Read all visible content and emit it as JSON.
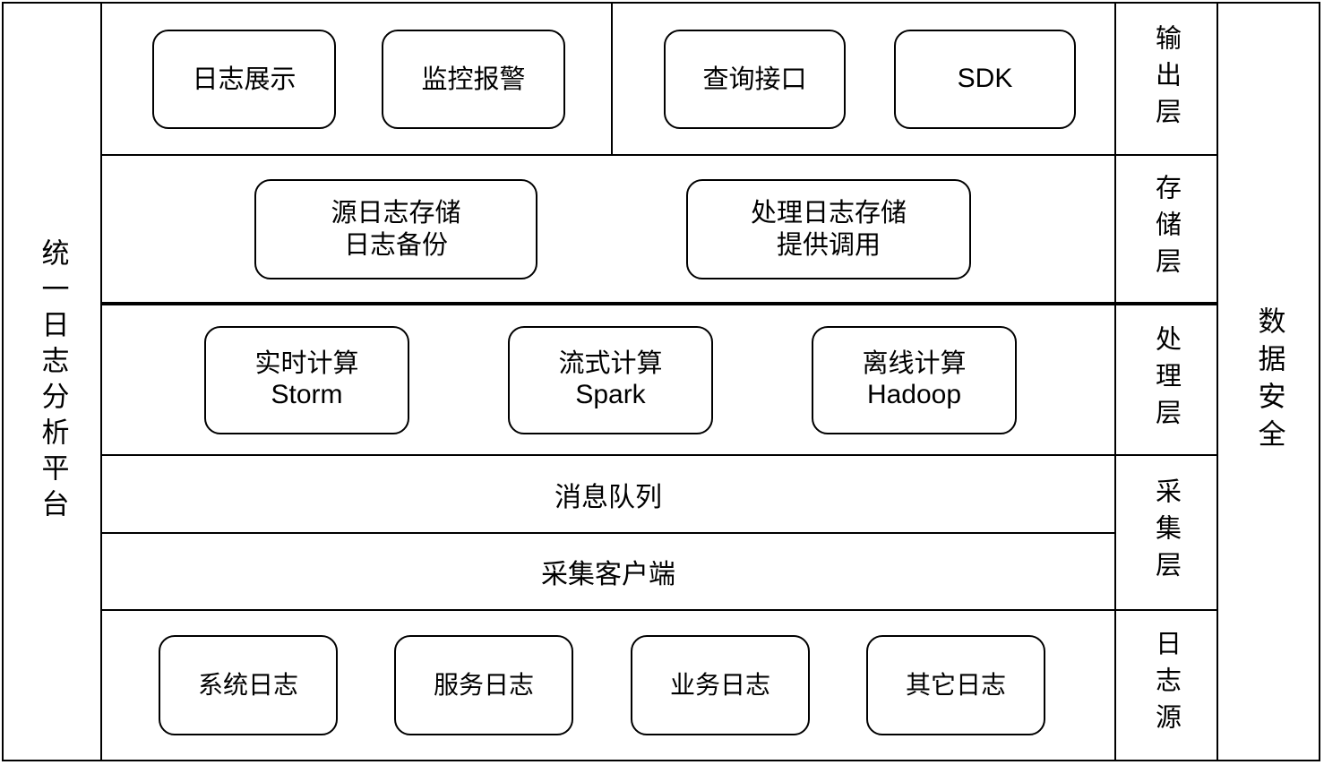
{
  "platform": {
    "label": "统一日志分析平台"
  },
  "security": {
    "label": "数据安全"
  },
  "layers": [
    {
      "tag": "输出层"
    },
    {
      "tag": "存储层"
    },
    {
      "tag": "处理层"
    },
    {
      "tag": "采集层"
    },
    {
      "tag": "日志源"
    }
  ],
  "output_layer": {
    "tag": "输出层",
    "left_group": [
      {
        "label": "日志展示"
      },
      {
        "label": "监控报警"
      }
    ],
    "right_group": [
      {
        "label": "查询接口"
      },
      {
        "label": "SDK"
      }
    ]
  },
  "storage_layer": {
    "tag": "存储层",
    "nodes": [
      {
        "line1": "源日志存储",
        "line2": "日志备份"
      },
      {
        "line1": "处理日志存储",
        "line2": "提供调用"
      }
    ]
  },
  "process_layer": {
    "tag": "处理层",
    "nodes": [
      {
        "line1": "实时计算",
        "line2": "Storm"
      },
      {
        "line1": "流式计算",
        "line2": "Spark"
      },
      {
        "line1": "离线计算",
        "line2": "Hadoop"
      }
    ]
  },
  "collect_layer": {
    "tag": "采集层",
    "rows": [
      {
        "label": "消息队列"
      },
      {
        "label": "采集客户端"
      }
    ]
  },
  "source_layer": {
    "tag": "日志源",
    "nodes": [
      {
        "label": "系统日志"
      },
      {
        "label": "服务日志"
      },
      {
        "label": "业务日志"
      },
      {
        "label": "其它日志"
      }
    ]
  },
  "colors": {
    "stroke": "#000000",
    "background": "#ffffff"
  }
}
